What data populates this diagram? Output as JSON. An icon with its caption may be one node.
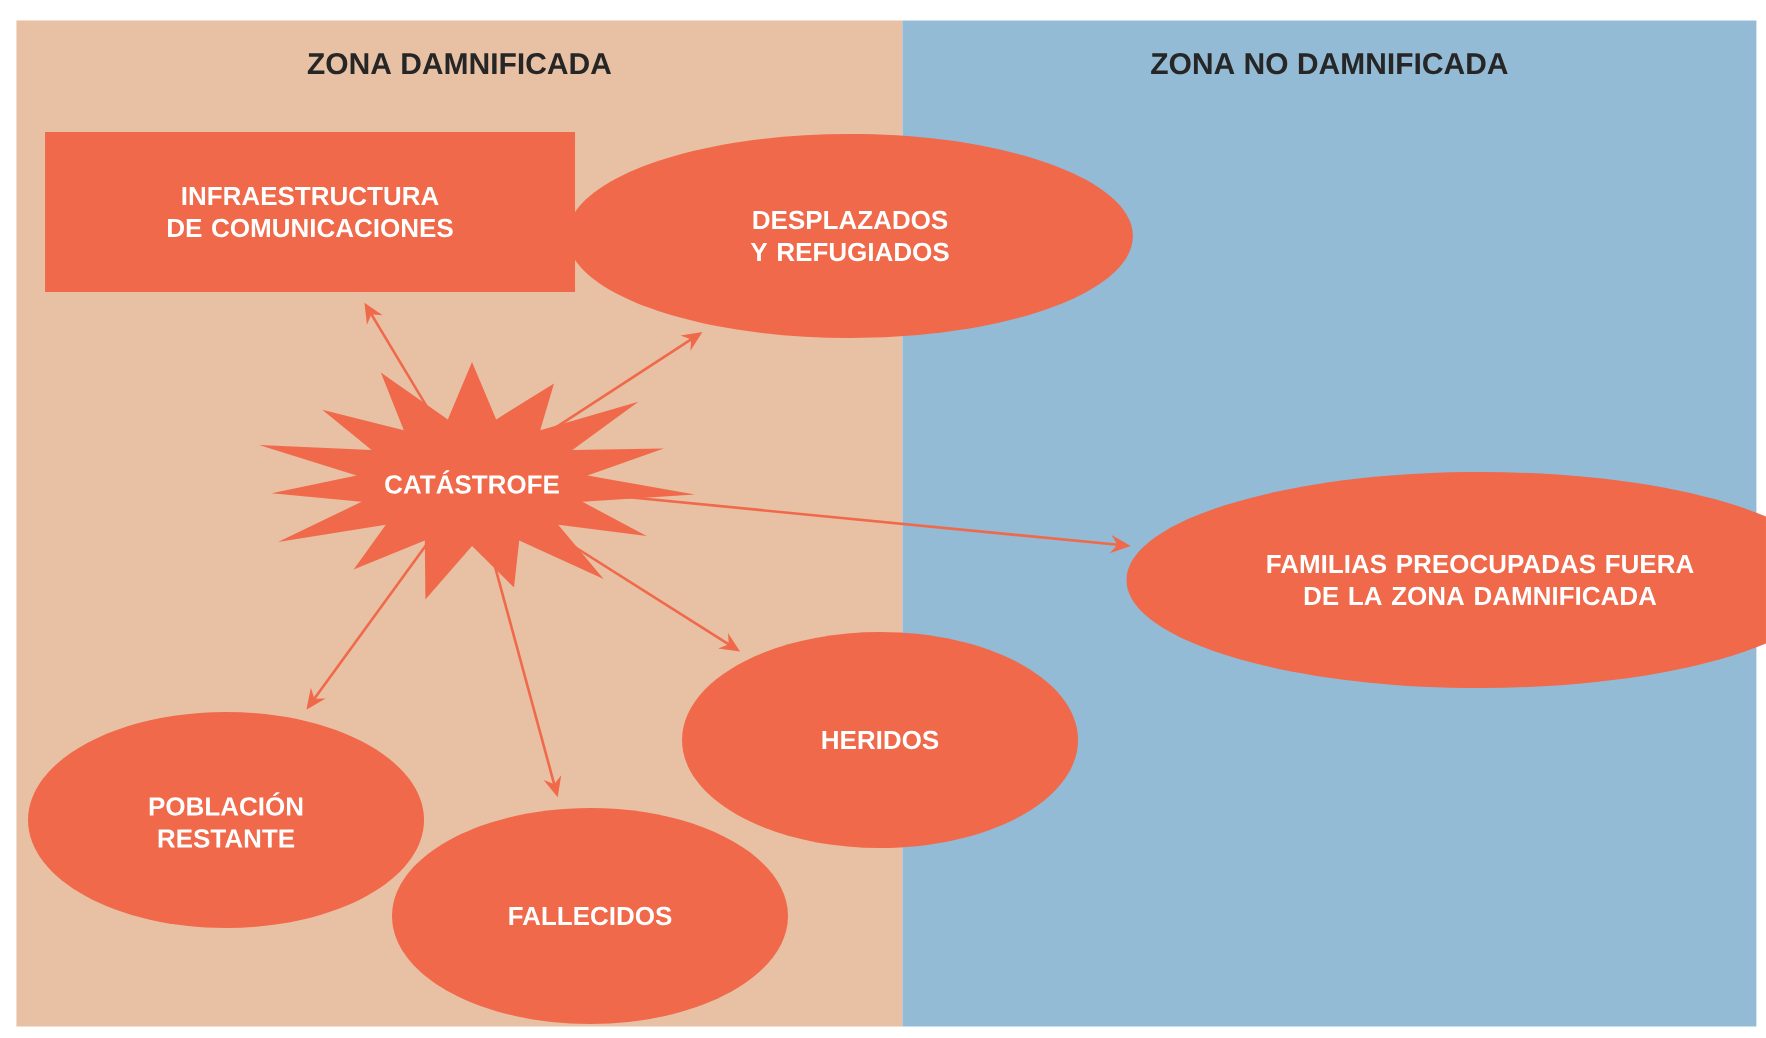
{
  "diagram": {
    "nodes": [
      {
        "text": [
          "ZONA DAMNIFICADA"
        ]
      },
      {
        "text": [
          "ZONA NO DAMNIFICADA"
        ]
      },
      {
        "text": [
          "INFRAESTRUCTURA DE COMUNICACIONES"
        ],
        "in": 0
      },
      {
        "text": [
          "DESPLAZADOS Y REFUGIADOS"
        ]
      },
      {
        "text": [
          "CATÁSTROFE"
        ],
        "in": 0
      },
      {
        "text": [
          "FAMILIAS PREOCUPADAS FUERA DE LA ZONA DAMNIFICADA"
        ],
        "in": 1
      },
      {
        "text": [
          "POBLACIÓN RESTANTE"
        ],
        "in": 0
      },
      {
        "text": [
          "HERIDOS"
        ]
      },
      {
        "text": [
          "FALLECIDOS"
        ],
        "in": 0
      }
    ],
    "edges": [
      {
        "from": 4,
        "to": 2,
        "arrow": "to"
      },
      {
        "from": 4,
        "to": 3,
        "arrow": "to"
      },
      {
        "from": 4,
        "to": 5,
        "arrow": "to"
      },
      {
        "from": 4,
        "to": 6,
        "arrow": "to"
      },
      {
        "from": 4,
        "to": 8,
        "arrow": "to"
      },
      {
        "from": 4,
        "to": 7,
        "arrow": "to"
      }
    ]
  }
}
